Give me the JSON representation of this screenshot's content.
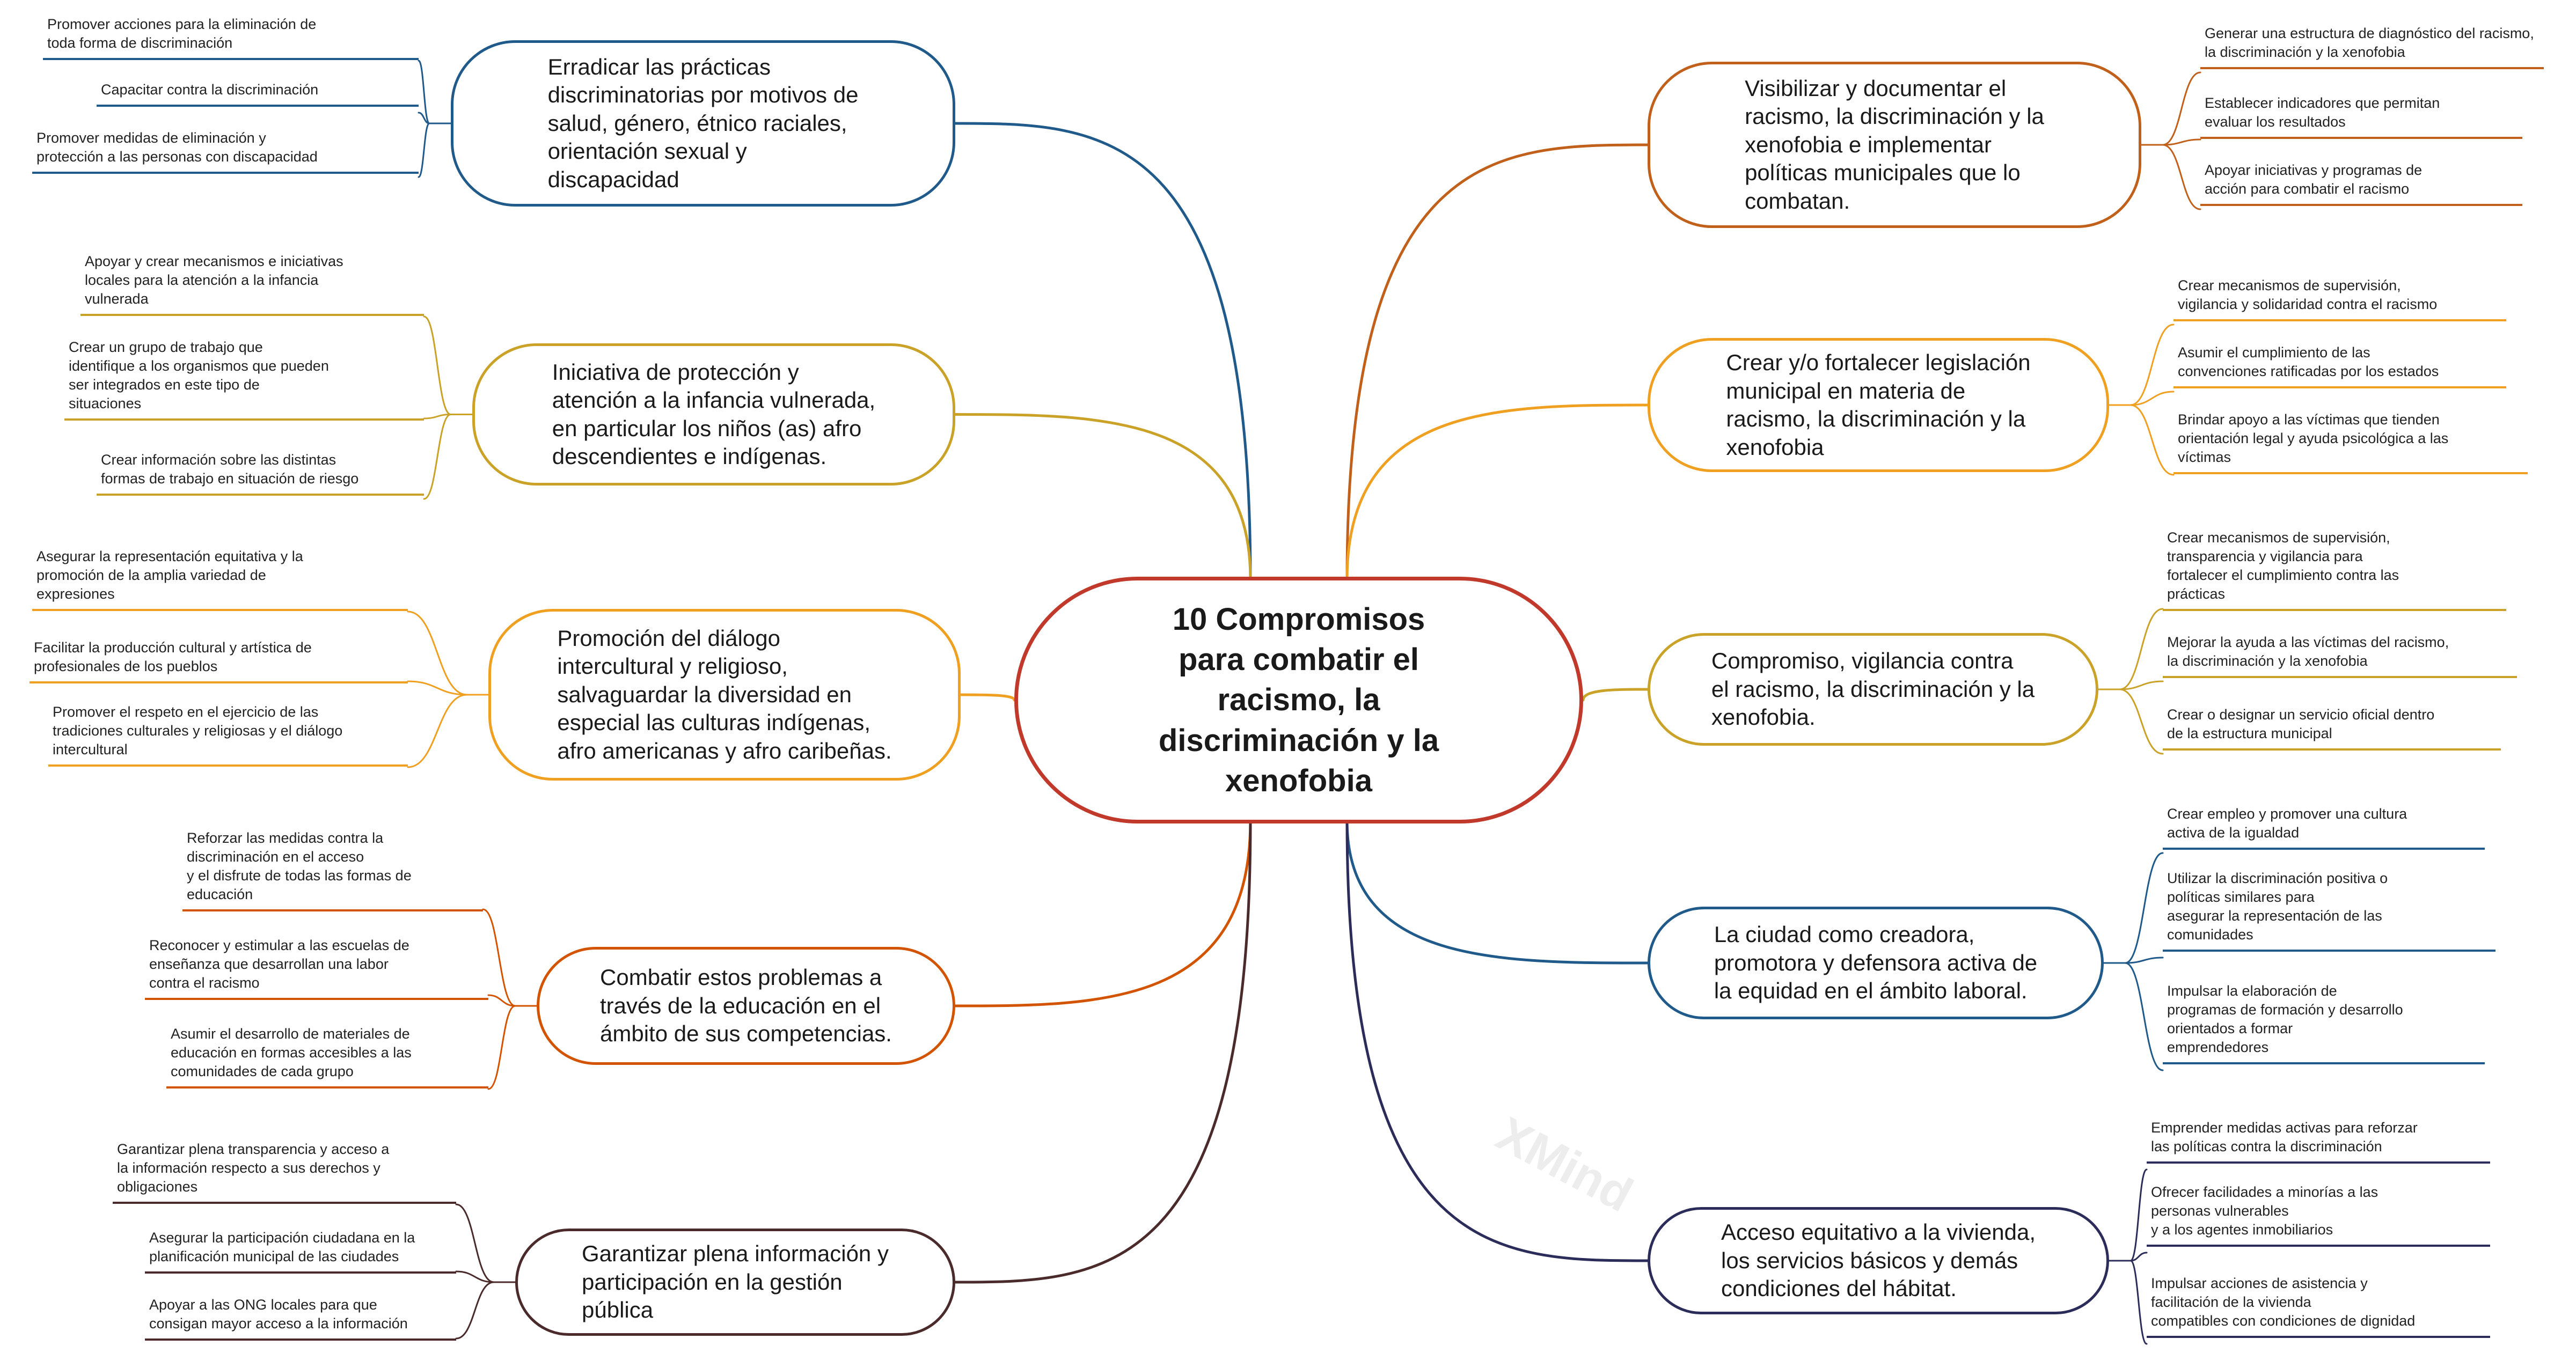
{
  "central": {
    "text": "10 Compromisos\npara combatir el\nracismo, la\ndiscriminación y la\nxenofobia",
    "color": "#c0392b"
  },
  "topics": [
    {
      "id": "t1",
      "side": "left",
      "color": "#1f5a8a",
      "text": "Erradicar las prácticas\ndiscriminatorias por motivos de\nsalud, género, étnico raciales,\norientación sexual y\ndiscapacidad",
      "leaves": [
        "Promover acciones para la eliminación de\ntoda forma de discriminación",
        "Capacitar contra la discriminación",
        "Promover medidas de eliminación y\nprotección a las personas con discapacidad"
      ]
    },
    {
      "id": "t2",
      "side": "left",
      "color": "#c9a227",
      "text": "Iniciativa de protección y\natención a la infancia vulnerada,\nen particular los niños (as) afro\ndescendientes e indígenas.",
      "leaves": [
        "Apoyar y crear mecanismos e iniciativas\nlocales para la atención a la infancia\nvulnerada",
        "Crear un grupo de trabajo que\nidentifique a los organismos que pueden\nser integrados en este tipo de\nsituaciones",
        "Crear información sobre las distintas\nformas de trabajo en situación de riesgo"
      ]
    },
    {
      "id": "t3",
      "side": "left",
      "color": "#f0a020",
      "text": "Promoción del diálogo\nintercultural y religioso,\nsalvaguardar la diversidad en\nespecial las culturas indígenas,\nafro americanas y afro caribeñas.",
      "leaves": [
        "Asegurar la representación equitativa y la\npromoción de la amplia variedad de\nexpresiones",
        "Facilitar la producción cultural y artística de\nprofesionales de los pueblos",
        "Promover el respeto en el ejercicio de las\ntradiciones culturales y religiosas y el diálogo\nintercultural"
      ]
    },
    {
      "id": "t4",
      "side": "left",
      "color": "#d35400",
      "text": "Combatir estos problemas a\ntravés de la educación en el\námbito de sus competencias.",
      "leaves": [
        "Reforzar las medidas contra la\ndiscriminación en el acceso\ny el disfrute de todas las formas de\neducación",
        "Reconocer y estimular a las escuelas de\nenseñanza que desarrollan una labor\ncontra el racismo",
        "Asumir el desarrollo de materiales de\neducación en formas accesibles a las\ncomunidades de cada grupo"
      ]
    },
    {
      "id": "t5",
      "side": "left",
      "color": "#4a2a2a",
      "text": "Garantizar plena información y\nparticipación en la gestión\npública",
      "leaves": [
        "Garantizar plena transparencia y acceso a\nla información respecto a sus derechos y\nobligaciones",
        "Asegurar la participación ciudadana en la\nplanificación municipal de las ciudades",
        "Apoyar a las ONG locales para que\nconsigan mayor acceso a la información"
      ]
    },
    {
      "id": "t6",
      "side": "right",
      "color": "#c0601a",
      "text": "Visibilizar y documentar el\nracismo, la discriminación y la\nxenofobia e implementar\npolíticas municipales que lo\ncombatan.",
      "leaves": [
        "Generar una estructura de diagnóstico del racismo,\nla discriminación y la xenofobia",
        "Establecer indicadores que permitan\nevaluar los resultados",
        "Apoyar iniciativas y programas de\nacción para combatir el racismo"
      ]
    },
    {
      "id": "t7",
      "side": "right",
      "color": "#f0a020",
      "text": "Crear y/o fortalecer legislación\nmunicipal en materia de\nracismo, la discriminación y la\nxenofobia",
      "leaves": [
        "Crear mecanismos de supervisión,\nvigilancia y solidaridad contra el racismo",
        "Asumir el cumplimiento de las\nconvenciones ratificadas por los estados",
        "Brindar apoyo a las víctimas que tienden\norientación legal y ayuda psicológica a las\nvíctimas"
      ]
    },
    {
      "id": "t8",
      "side": "right",
      "color": "#c9a227",
      "text": "Compromiso, vigilancia contra\nel racismo, la discriminación y la\nxenofobia.",
      "leaves": [
        "Crear mecanismos de supervisión,\ntransparencia y vigilancia para\nfortalecer el cumplimiento contra las\nprácticas",
        "Mejorar la ayuda a las víctimas del racismo,\nla discriminación y la xenofobia",
        "Crear o designar un servicio oficial dentro\nde la estructura municipal"
      ]
    },
    {
      "id": "t9",
      "side": "right",
      "color": "#1f5a8a",
      "text": "La ciudad como creadora,\npromotora y defensora activa de\nla equidad en el ámbito laboral.",
      "leaves": [
        "Crear empleo y promover una cultura\nactiva de la igualdad",
        "Utilizar la discriminación positiva o\npolíticas similares para\nasegurar la representación de las\ncomunidades",
        "Impulsar la elaboración de\nprogramas de formación y desarrollo\norientados a formar\nemprendedores"
      ]
    },
    {
      "id": "t10",
      "side": "right",
      "color": "#2c2c5a",
      "text": "Acceso equitativo a la vivienda,\nlos servicios básicos y demás\ncondiciones del hábitat.",
      "leaves": [
        "Emprender medidas activas para reforzar\nlas políticas contra la discriminación",
        "Ofrecer facilidades a minorías a las\npersonas vulnerables\ny a los agentes inmobiliarios",
        "Impulsar acciones de asistencia y\nfacilitación de la vivienda\ncompatibles con condiciones de dignidad"
      ]
    }
  ],
  "watermark": "XMind"
}
